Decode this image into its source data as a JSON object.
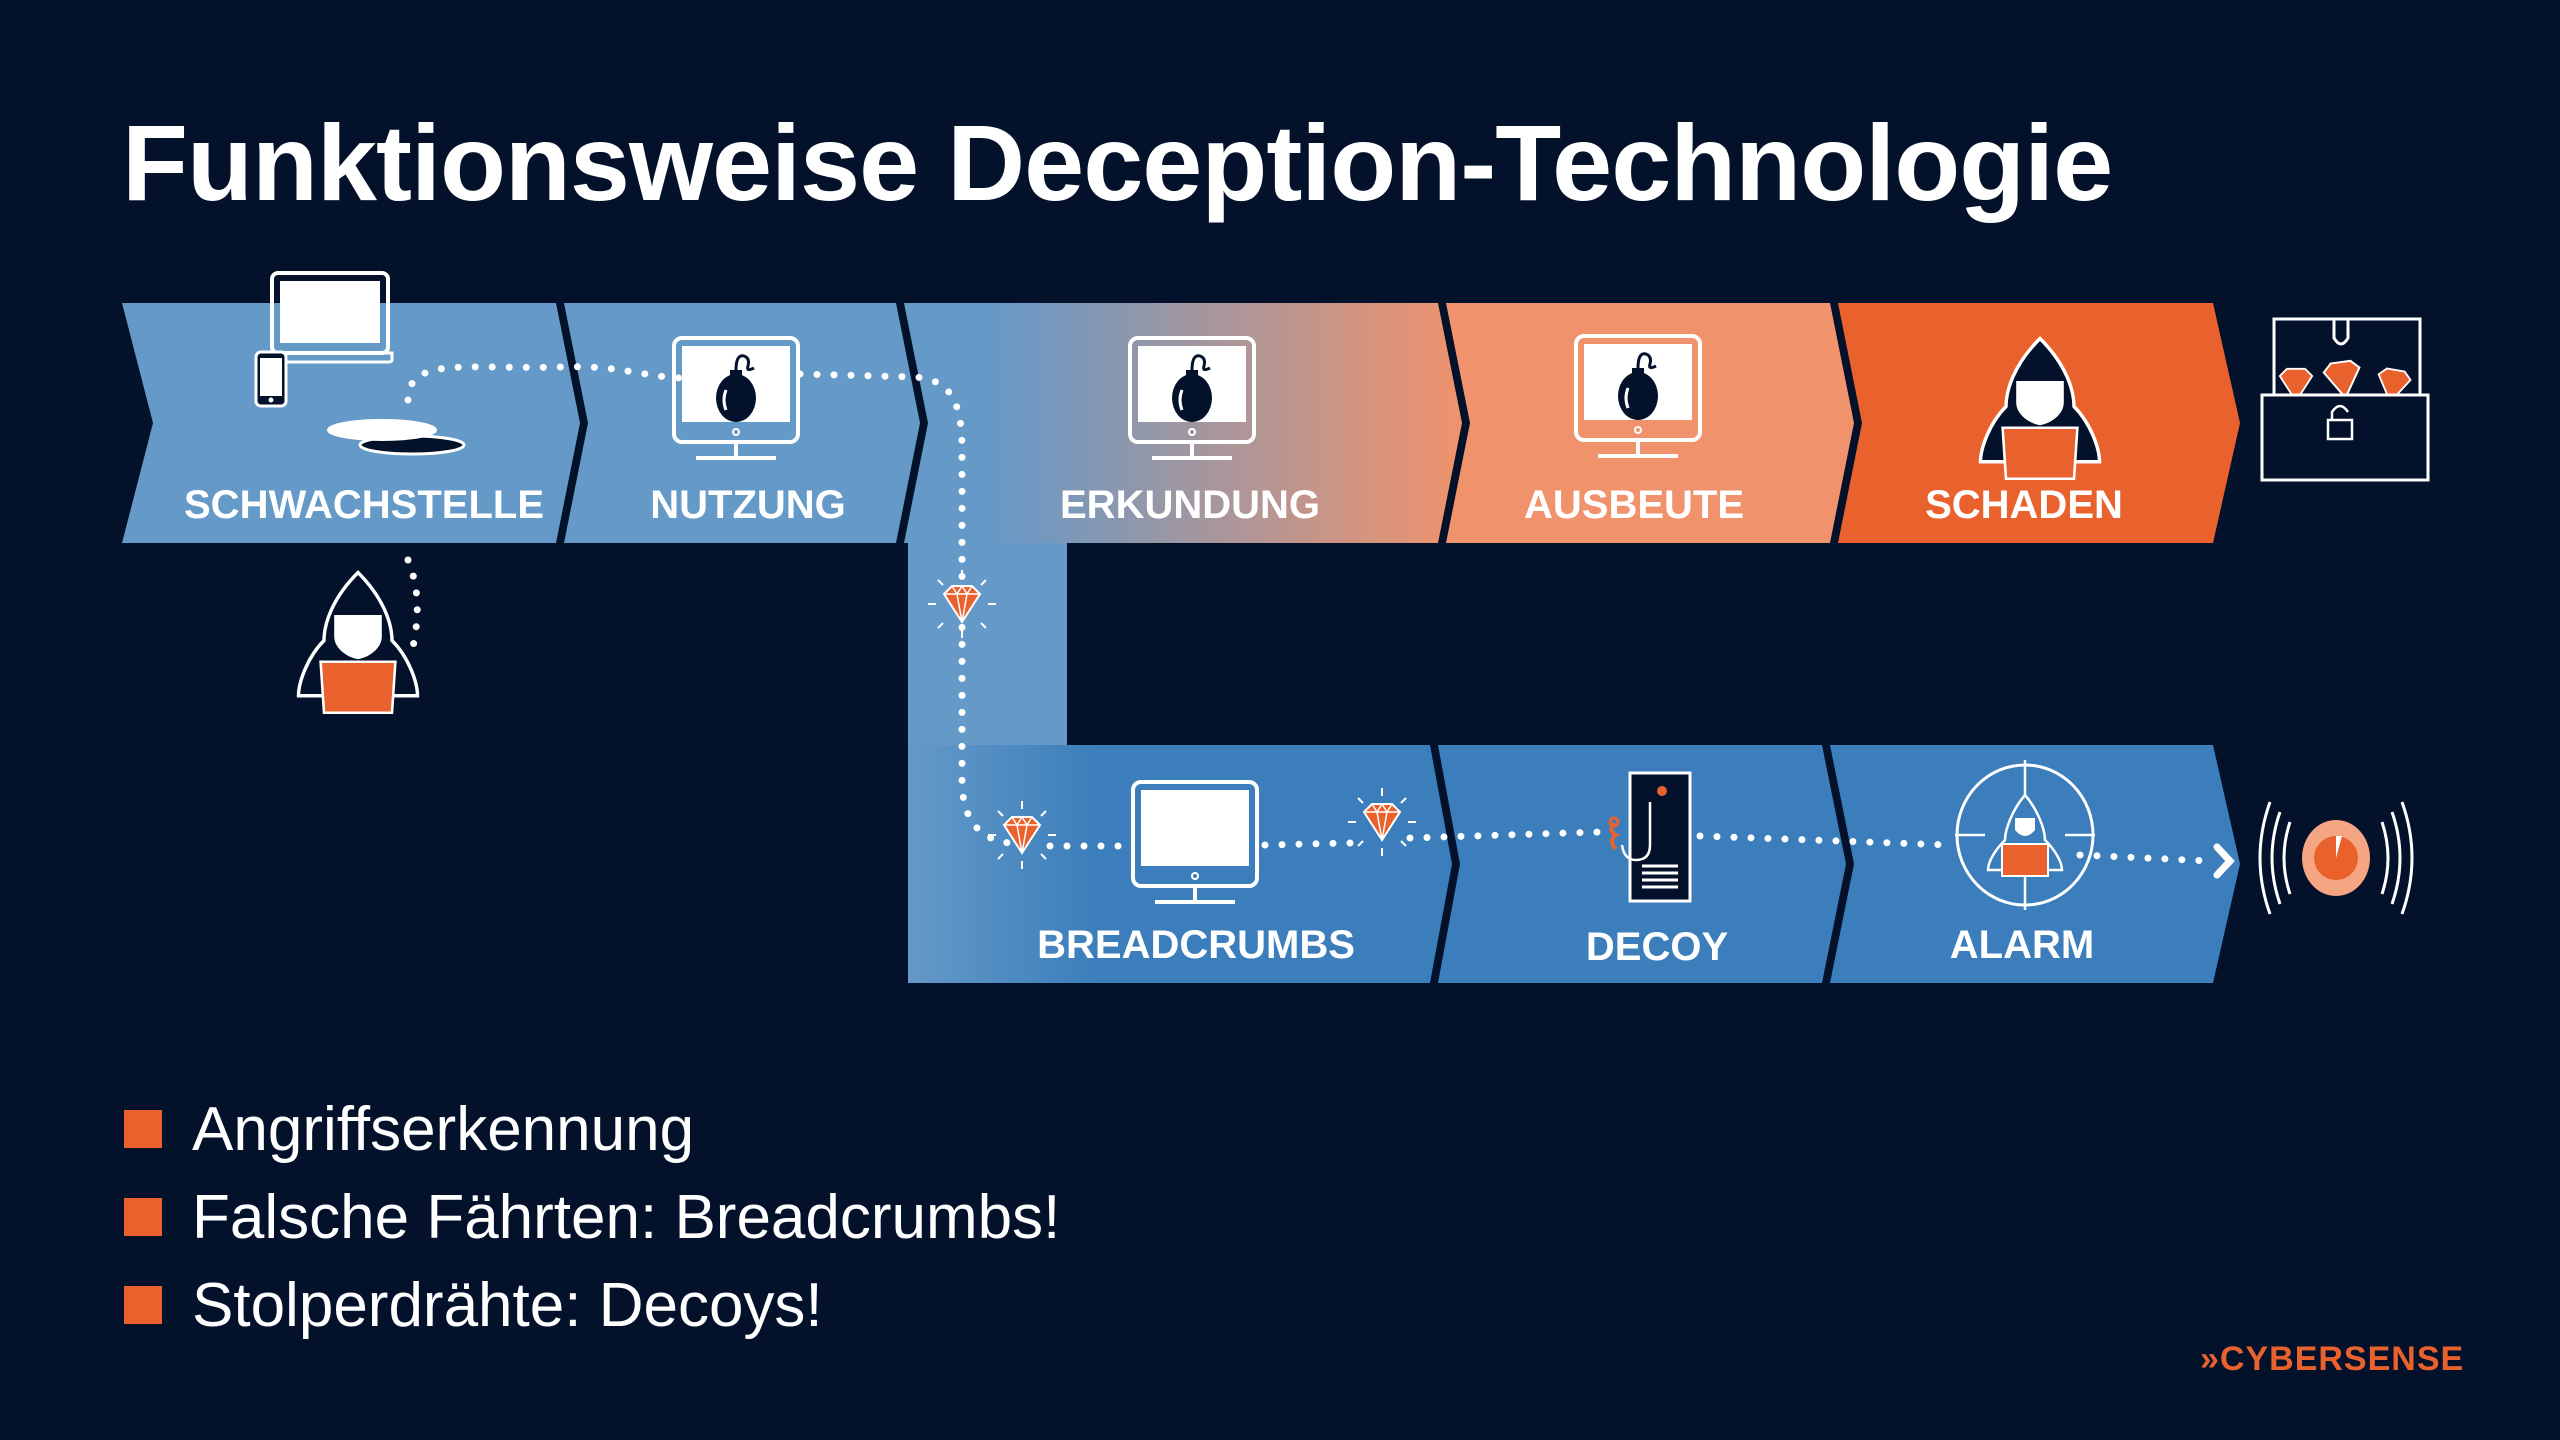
{
  "title": "Funktionsweise Deception-Technologie",
  "attack_chain": {
    "stages": [
      {
        "label": "SCHWACHSTELLE",
        "icon": "devices-icon"
      },
      {
        "label": "NUTZUNG",
        "icon": "monitor-bomb-icon"
      },
      {
        "label": "ERKUNDUNG",
        "icon": "monitor-bomb-icon"
      },
      {
        "label": "AUSBEUTE",
        "icon": "monitor-bomb-icon"
      },
      {
        "label": "SCHADEN",
        "icon": "hacker-icon"
      }
    ],
    "end_icon": "treasure-chest-icon"
  },
  "deception_chain": {
    "stages": [
      {
        "label": "BREADCRUMBS",
        "icon": "monitor-icon"
      },
      {
        "label": "DECOY",
        "icon": "server-hook-icon"
      },
      {
        "label": "ALARM",
        "icon": "target-hacker-icon"
      }
    ],
    "end_icon": "alarm-siren-icon"
  },
  "attacker_icon": "hacker-icon",
  "bullets": [
    "Angriffserkennung",
    "Falsche Fährten: Breadcrumbs!",
    "Stolperdrähte: Decoys!"
  ],
  "brand": "»CYBERSENSE",
  "colors": {
    "background": "#03112b",
    "blue_light": "#6499c8",
    "blue_dark": "#3b7ebb",
    "peach": "#f0936c",
    "orange": "#e9622e",
    "white": "#ffffff"
  }
}
